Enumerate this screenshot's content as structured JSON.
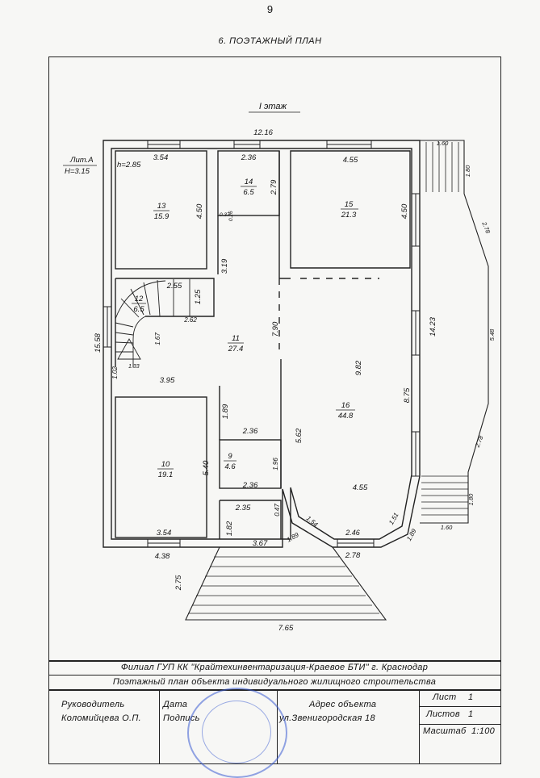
{
  "page": {
    "number": "9",
    "heading": "6. ПОЭТАЖНЫЙ ПЛАН"
  },
  "floor_title": "I этаж",
  "building": {
    "lit": "Лит.А",
    "height": "H=3.15",
    "room_height": "h=2.85"
  },
  "rooms": [
    {
      "num": "13",
      "area": "15.9"
    },
    {
      "num": "14",
      "area": "6.5"
    },
    {
      "num": "15",
      "area": "21.3"
    },
    {
      "num": "12",
      "area": "6.5"
    },
    {
      "num": "11",
      "area": "27.4"
    },
    {
      "num": "16",
      "area": "44.8"
    },
    {
      "num": "10",
      "area": "19.1"
    },
    {
      "num": "9",
      "area": "4.6"
    }
  ],
  "dimensions": {
    "overall_width": "12.16",
    "r13_width": "3.54",
    "r13_height": "4.50",
    "r14_width": "2.36",
    "r14_height": "2.79",
    "r15_width": "4.55",
    "r15_height": "4.50",
    "small_a": "0.37",
    "small_b": "0.26",
    "corr_h": "3.19",
    "stair_w": "2.55",
    "stair_h": "1.25",
    "stair_len": "2.62",
    "left_total": "15.58",
    "hall_h": "1.67",
    "mid_h": "7.90",
    "left_a": "1.02",
    "left_b": "1.33",
    "r10_top": "3.95",
    "r9_h1": "1.89",
    "r9_w": "2.36",
    "r9_w2": "2.36",
    "r9_h2": "1.96",
    "r10_height": "5.40",
    "r10_width": "3.54",
    "porch_a": "2.35",
    "porch_b": "0.47",
    "porch_c": "1.82",
    "porch_w": "3.67",
    "bottom_left": "4.38",
    "r16_h1": "9.82",
    "r16_h2": "5.62",
    "r16_h3": "8.75",
    "r16_h4": "14.23",
    "r16_w": "4.55",
    "bay_a": "1.54",
    "bay_b": "1.51",
    "bay_c": "2.46",
    "bay_d": "1.89",
    "bay_e": "1.89",
    "bay_f": "2.78",
    "terrace_a": "1.60",
    "terrace_b": "1.80",
    "terrace_c": "2.78",
    "terrace_d": "5.48",
    "terrace_e": "2.78",
    "terrace_f": "1.80",
    "terrace_g": "1.60",
    "steps_h": "2.75",
    "steps_w": "7.65"
  },
  "title_block": {
    "org": "Филиал ГУП КК \"Крайтехинвентаризация-Краевое БТИ\"   г. Краснодар",
    "doc": "Поэтажный план объекта индивидуального жилищного строительства",
    "head_label": "Руководитель",
    "head_name": "Коломийцева О.П.",
    "date_label": "Дата",
    "sign_label": "Подпись",
    "addr_label": "Адрес объекта",
    "addr_value": "ул.Звенигородская 18",
    "sheet_label": "Лист",
    "sheet_value": "1",
    "sheets_label": "Листов",
    "sheets_value": "1",
    "scale_label": "Масштаб",
    "scale_value": "1:100"
  },
  "colors": {
    "ink": "#111111",
    "stamp": "#3a5bd1"
  }
}
